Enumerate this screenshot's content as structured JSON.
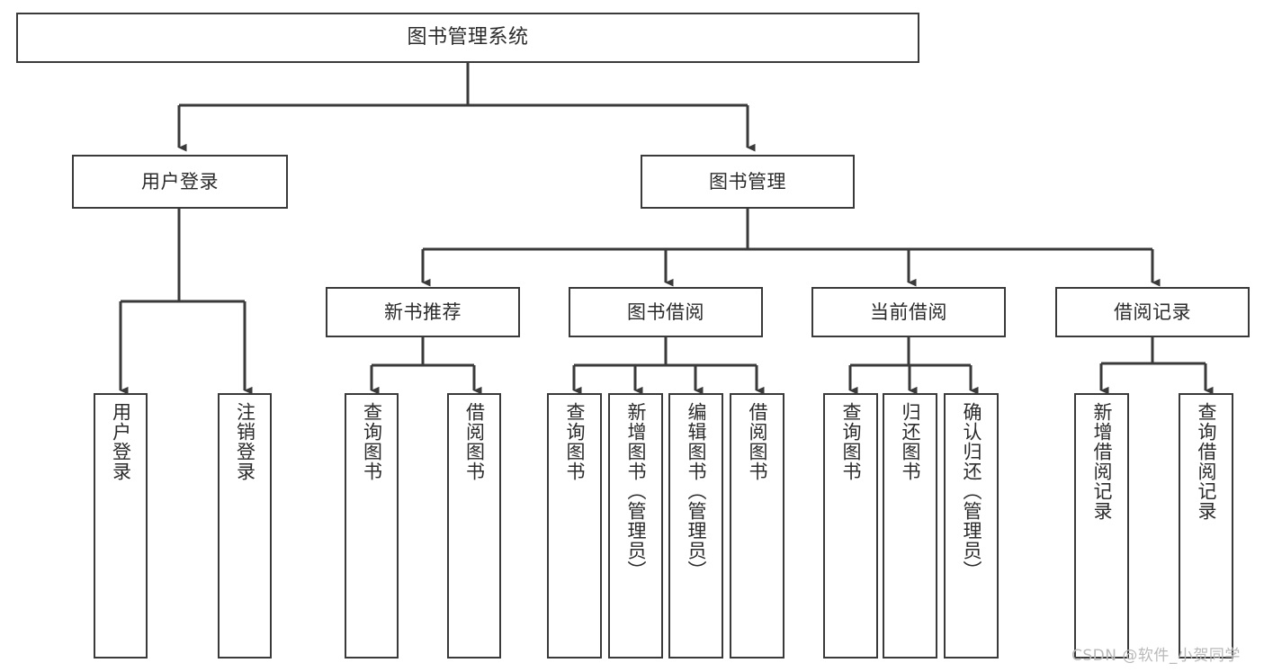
{
  "diagram": {
    "type": "tree-hierarchy",
    "title": "图书管理系统",
    "watermark": "CSDN @软件_小贺同学",
    "colors": {
      "box_border": "#3a3a3a",
      "box_fill": "#ffffff",
      "edge": "#3a3a3a",
      "text": "#2b2b2b",
      "watermark": "#b9b9b9",
      "background": "#ffffff"
    },
    "nodes": {
      "root": {
        "label": "图书管理系统"
      },
      "level2": [
        {
          "id": "user-login",
          "label": "用户登录"
        },
        {
          "id": "book-manage",
          "label": "图书管理"
        }
      ],
      "level3": [
        {
          "id": "new-book-rec",
          "label": "新书推荐"
        },
        {
          "id": "book-borrow",
          "label": "图书借阅"
        },
        {
          "id": "current-borrow",
          "label": "当前借阅"
        },
        {
          "id": "borrow-record",
          "label": "借阅记录"
        }
      ],
      "leaves": {
        "user-login": [
          {
            "id": "leaf-user-login",
            "label": "用户登录"
          },
          {
            "id": "leaf-logout",
            "label": "注销登录"
          }
        ],
        "new-book-rec": [
          {
            "id": "leaf-query-book-1",
            "label": "查询图书"
          },
          {
            "id": "leaf-borrow-book-1",
            "label": "借阅图书"
          }
        ],
        "book-borrow": [
          {
            "id": "leaf-query-book-2",
            "label": "查询图书"
          },
          {
            "id": "leaf-add-book",
            "label": "新增图书（管理员）"
          },
          {
            "id": "leaf-edit-book",
            "label": "编辑图书（管理员）"
          },
          {
            "id": "leaf-borrow-book-2",
            "label": "借阅图书"
          }
        ],
        "current-borrow": [
          {
            "id": "leaf-query-book-3",
            "label": "查询图书"
          },
          {
            "id": "leaf-return-book",
            "label": "归还图书"
          },
          {
            "id": "leaf-confirm-return",
            "label": "确认归还（管理员）"
          }
        ],
        "borrow-record": [
          {
            "id": "leaf-add-record",
            "label": "新增借阅记录"
          },
          {
            "id": "leaf-query-record",
            "label": "查询借阅记录"
          }
        ]
      }
    }
  }
}
